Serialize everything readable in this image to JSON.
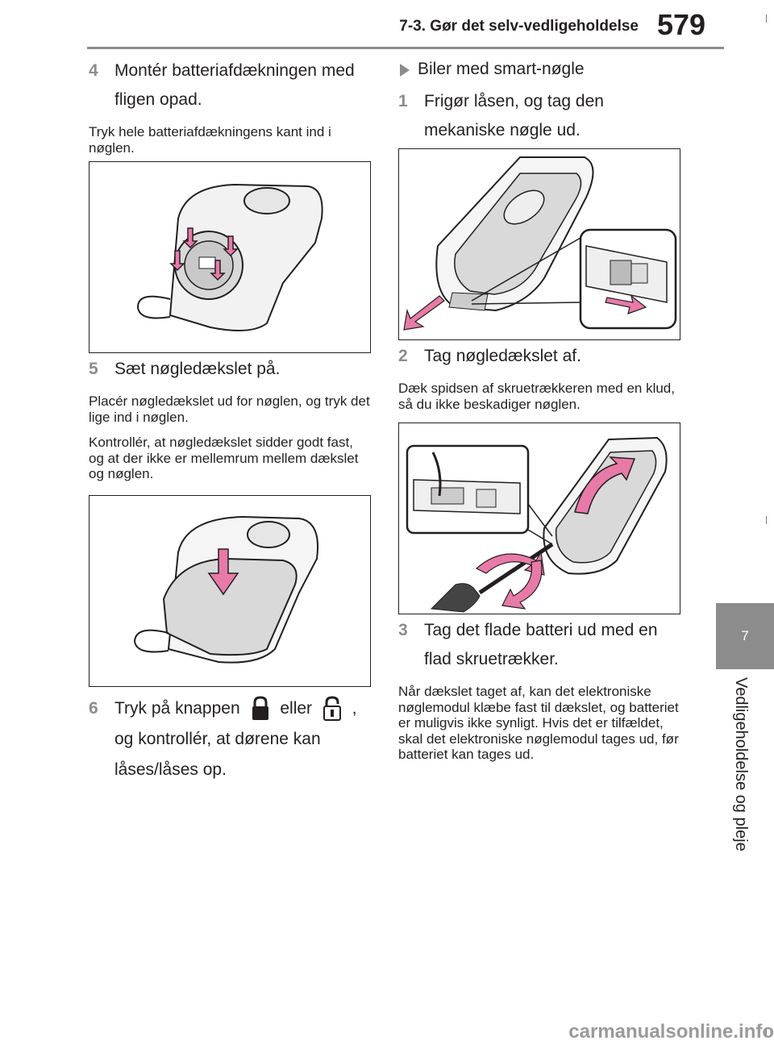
{
  "header": {
    "section_title": "7-3. Gør det selv-vedligeholdelse",
    "page_number": "579"
  },
  "side_tab": {
    "chapter_number": "7",
    "chapter_title": "Vedligeholdelse og pleje"
  },
  "left": {
    "step4": {
      "num": "4",
      "text": "Montér batteriafdækningen med fligen opad."
    },
    "step4_note": "Tryk hele batteriafdækningens kant ind i nøglen.",
    "step5": {
      "num": "5",
      "text": "Sæt nøgledækslet på."
    },
    "step5_note1": "Placér nøgledækslet ud for nøglen, og tryk det lige ind i nøglen.",
    "step5_note2": "Kontrollér, at nøgledækslet sidder godt fast, og at der ikke er mellemrum mellem dækslet og nøglen.",
    "step6": {
      "num": "6",
      "text_a": "Tryk på knappen",
      "text_b": "eller",
      "text_c": ",",
      "text_d": "og kontrollér, at dørene kan låses/låses op."
    }
  },
  "right": {
    "subhead": "Biler med smart-nøgle",
    "step1": {
      "num": "1",
      "text": "Frigør låsen, og tag den mekaniske nøgle ud."
    },
    "step2": {
      "num": "2",
      "text": "Tag nøgledækslet af."
    },
    "step2_note": "Dæk spidsen af skruetrækkeren med en klud, så du ikke beskadiger nøglen.",
    "step3": {
      "num": "3",
      "text": "Tag det flade batteri ud med en flad skruetrækker."
    },
    "step3_note": "Når dækslet taget af, kan det elektroniske nøglemodul klæbe fast til dækslet, og batteriet er muligvis ikke synligt. Hvis det er tilfældet, skal det elektroniske nøglemodul tages ud, før batteriet kan tages ud."
  },
  "icons": {
    "lock": "lock-icon",
    "unlock": "unlock-icon"
  },
  "colors": {
    "accent_pink": "#e87aa8",
    "tab_gray": "#8c8c8c",
    "text": "#231f20"
  },
  "watermark": "carmanualsonline.info"
}
